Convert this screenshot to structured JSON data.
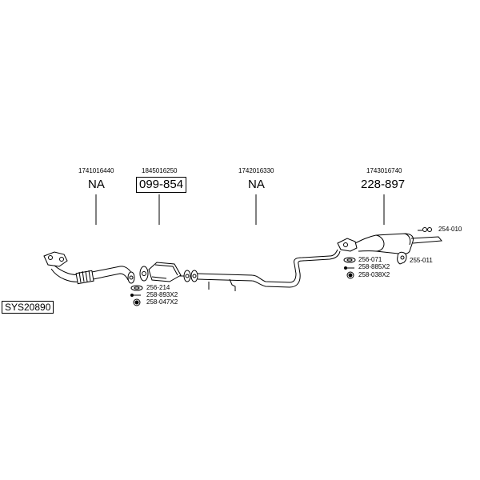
{
  "system_code": "SYS20890",
  "assemblies": [
    {
      "oe_number": "1741016440",
      "part_ref": "NA"
    },
    {
      "oe_number": "1845016250",
      "part_ref": "099-854"
    },
    {
      "oe_number": "1742016330",
      "part_ref": "NA"
    },
    {
      "oe_number": "1743016740",
      "part_ref": "228-897"
    }
  ],
  "accessories": {
    "front": [
      "256-214",
      "258-893X2",
      "258-047X2"
    ],
    "rear": [
      "256-071",
      "258-885X2",
      "258-038X2"
    ],
    "hanger": "255-011",
    "tailpipe": "254-010"
  }
}
